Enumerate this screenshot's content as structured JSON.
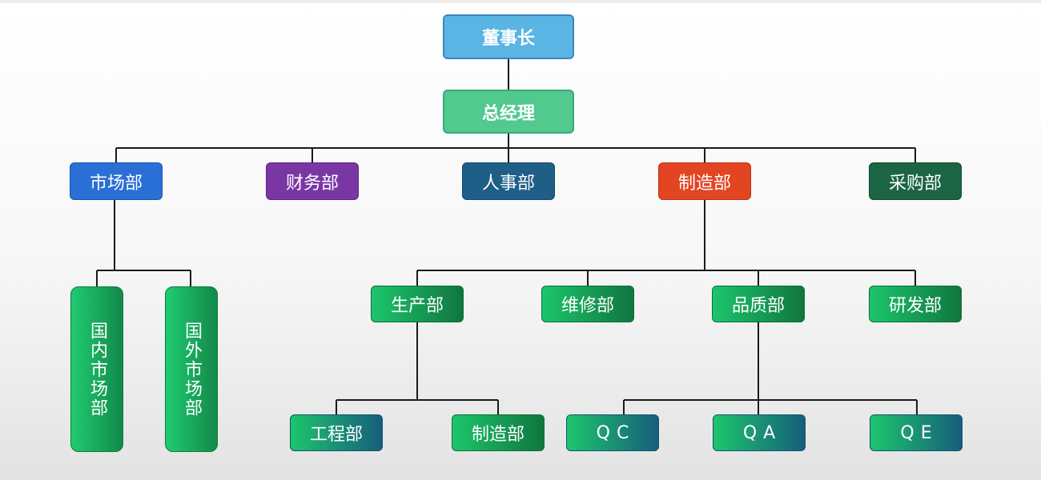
{
  "colors": {
    "chairman": "#5ab4e4",
    "general_manager": "#52c98e",
    "marketing": "#2a6fd6",
    "finance": "#7a37a4",
    "hr": "#1f5f87",
    "manufacturing": "#e34523",
    "procurement": "#1b6444",
    "green_start": "#1cc56c",
    "green_end_dark": "#10763e",
    "green_end_teal": "#175e7c",
    "connector": "#1a1a1a"
  },
  "chart": {
    "chairman": "董事长",
    "general_manager": "总经理",
    "departments": {
      "marketing": "市场部",
      "finance": "财务部",
      "hr": "人事部",
      "manufacturing": "制造部",
      "procurement": "采购部"
    },
    "marketing_children": {
      "domestic": "国内市场部",
      "overseas": "国外市场部"
    },
    "manufacturing_children": {
      "production": "生产部",
      "maintenance": "维修部",
      "quality": "品质部",
      "rnd": "研发部"
    },
    "production_children": {
      "engineering": "工程部",
      "manufacturing": "制造部"
    },
    "quality_children": {
      "qc": "QC",
      "qa": "QA",
      "qe": "QE"
    }
  }
}
